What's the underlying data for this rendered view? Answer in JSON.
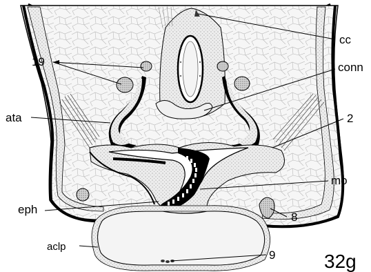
{
  "figure_label": "32g",
  "labels": {
    "cc": "cc",
    "conn": "conn",
    "n19": "19",
    "ata": "ata",
    "n2": "2",
    "mo": "mo",
    "eph": "eph",
    "n8": "8",
    "aclp": "aclp",
    "n9": "9"
  },
  "colors": {
    "ink": "#000000",
    "tissue": "#e6e6e6",
    "stipple": "#9a9a9a",
    "cartilage": "#f4f4f4",
    "background": "#ffffff"
  }
}
